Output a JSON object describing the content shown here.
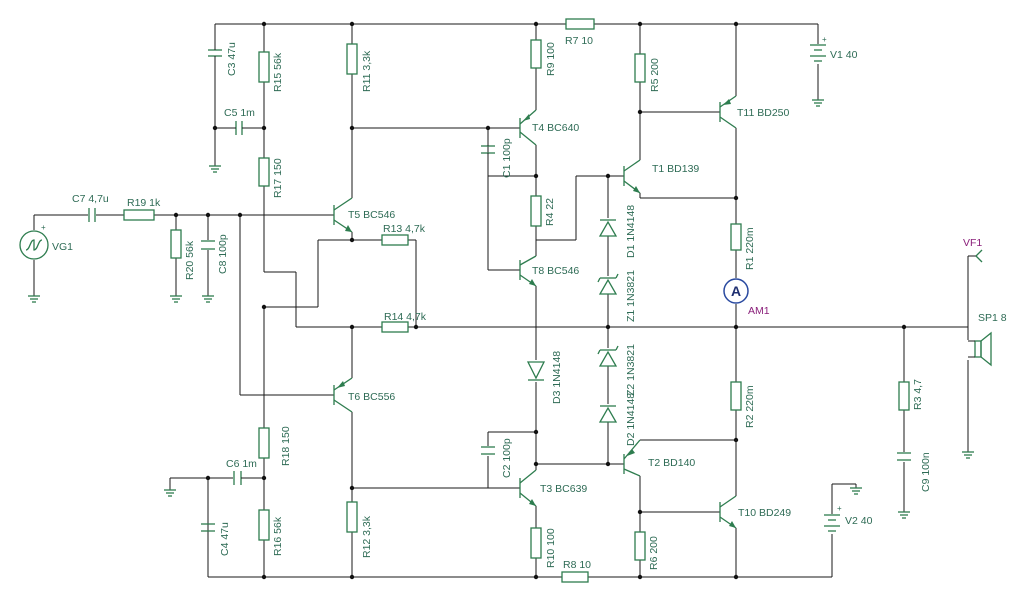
{
  "colors": {
    "wire": "#1a1a1a",
    "component": "#2e7d4f",
    "label": "#2e6b55",
    "probe_label": "#8a1f7a"
  },
  "labels": {
    "C3": "C3 47u",
    "R15": "R15 56k",
    "R11": "R11 3,3k",
    "R9": "R9 100",
    "R7": "R7 10",
    "V1": "V1 40",
    "C5": "C5 1m",
    "R5": "R5 200",
    "T11": "T11 BD250",
    "T4": "T4 BC640",
    "C1": "C1 100p",
    "T1": "T1 BD139",
    "R17": "R17 150",
    "C7": "C7 4,7u",
    "R19": "R19 1k",
    "T5": "T5 BC546",
    "R4": "R4 22",
    "D1": "D1 1N4148",
    "R13": "R13 4,7k",
    "R1": "R1 220m",
    "VG1": "VG1",
    "R20": "R20 56k",
    "C8": "C8 100p",
    "VF1": "VF1",
    "T8": "T8 BC546",
    "Z1": "Z1 1N3821",
    "AM1": "AM1",
    "R14": "R14 4,7k",
    "SP1": "SP1 8",
    "Z2": "Z2 1N3821",
    "D3": "D3 1N4148",
    "T6": "T6 BC556",
    "R2": "R2 220m",
    "R3": "R3 4,7",
    "D2": "D2 1N4148",
    "R18": "R18 150",
    "C6": "C6 1m",
    "C2": "C2 100p",
    "T2": "T2 BD140",
    "C9": "C9 100n",
    "T3": "T3 BC639",
    "V2": "V2 40",
    "R16": "R16 56k",
    "R12": "R12 3,3k",
    "T10": "T10 BD249",
    "C4": "C4 47u",
    "R10": "R10 100",
    "R6": "R6 200",
    "R8": "R8 10"
  },
  "symbols": {
    "ammeter": "A",
    "plus": "+"
  },
  "icons": [
    "signal-generator-icon",
    "battery-icon",
    "ground-icon",
    "speaker-icon",
    "ammeter-icon",
    "voltage-probe-icon"
  ]
}
